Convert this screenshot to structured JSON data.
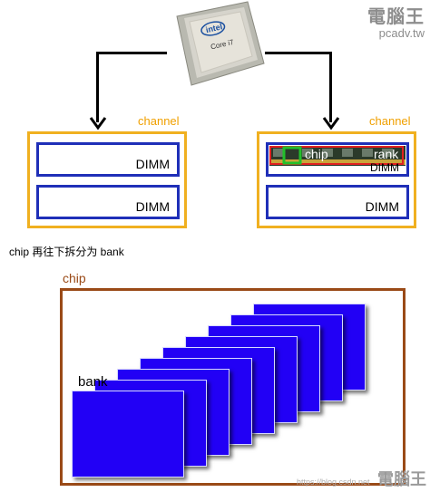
{
  "cpu": {
    "brand": "intel",
    "model": "Core i7"
  },
  "watermark": {
    "top_logo": "電腦王",
    "top_url": "pcadv.tw",
    "bottom_logo": "電腦王",
    "bottom_url": "https://blog.csdn.net"
  },
  "channels": [
    {
      "label": "channel",
      "dimms": [
        "DIMM",
        "DIMM"
      ]
    },
    {
      "label": "channel",
      "dimms": [
        "DIMM",
        "DIMM"
      ],
      "module_chip_label": "chip",
      "module_rank_label": "rank"
    }
  ],
  "caption": "chip 再往下拆分为 bank",
  "chip": {
    "label": "chip",
    "bank_label": "bank",
    "bank_count": 9
  },
  "colors": {
    "channel_border": "#f0b020",
    "dimm_border": "#1f2fb8",
    "chip_border": "#9a4a17",
    "bank_fill": "#2200f5",
    "highlight_green": "#22c02a",
    "highlight_red": "#e02020"
  }
}
